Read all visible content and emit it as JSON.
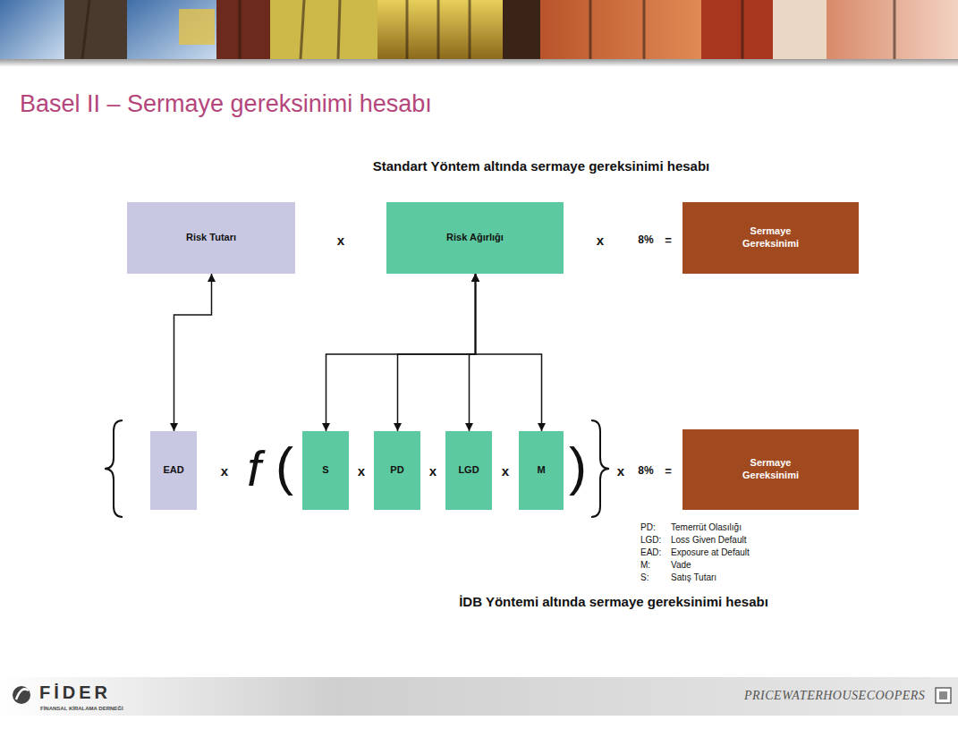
{
  "diagram": {
    "title": "Basel II – Sermaye gereksinimi hesabı",
    "nodes": [
      {
        "text": [
          "Risk Tutarı"
        ]
      },
      {
        "text": [
          "Risk Ağırlığı"
        ]
      },
      {
        "text": [
          "Sermaye Gereksinimi"
        ]
      },
      {
        "text": [
          "EAD"
        ]
      },
      {
        "text": [
          "S"
        ]
      },
      {
        "text": [
          "PD"
        ]
      },
      {
        "text": [
          "LGD"
        ]
      },
      {
        "text": [
          "M"
        ]
      },
      {
        "text": [
          "Sermaye Gereksinimi"
        ]
      }
    ],
    "edges": [
      {
        "from": 3,
        "to": 0,
        "arrow": "both"
      },
      {
        "from": 4,
        "to": 1,
        "arrow": "both"
      },
      {
        "from": 5,
        "to": 1,
        "arrow": "both"
      },
      {
        "from": 6,
        "to": 1,
        "arrow": "both"
      },
      {
        "from": 7,
        "to": 1,
        "arrow": "both"
      }
    ],
    "labels": [
      "Standart Yöntem altında sermaye gereksinimi hesabı",
      "x",
      "x",
      "8%",
      "=",
      "x",
      "f",
      "(",
      "x",
      "x",
      "x",
      ")",
      "x",
      "8%",
      "=",
      "PD:",
      "Temerrüt Olasılığı",
      "LGD:",
      "Loss Given Default",
      "EAD:",
      "Exposure at Default",
      "M:",
      "Vade",
      "S:",
      "Satış Tutarı",
      "İDB Yöntemi altında sermaye gereksinimi hesabı",
      "FİDER",
      "FİNANSAL KİRALAMA DERNEĞİ",
      "PRICEWATERHOUSECOOPERS"
    ]
  }
}
